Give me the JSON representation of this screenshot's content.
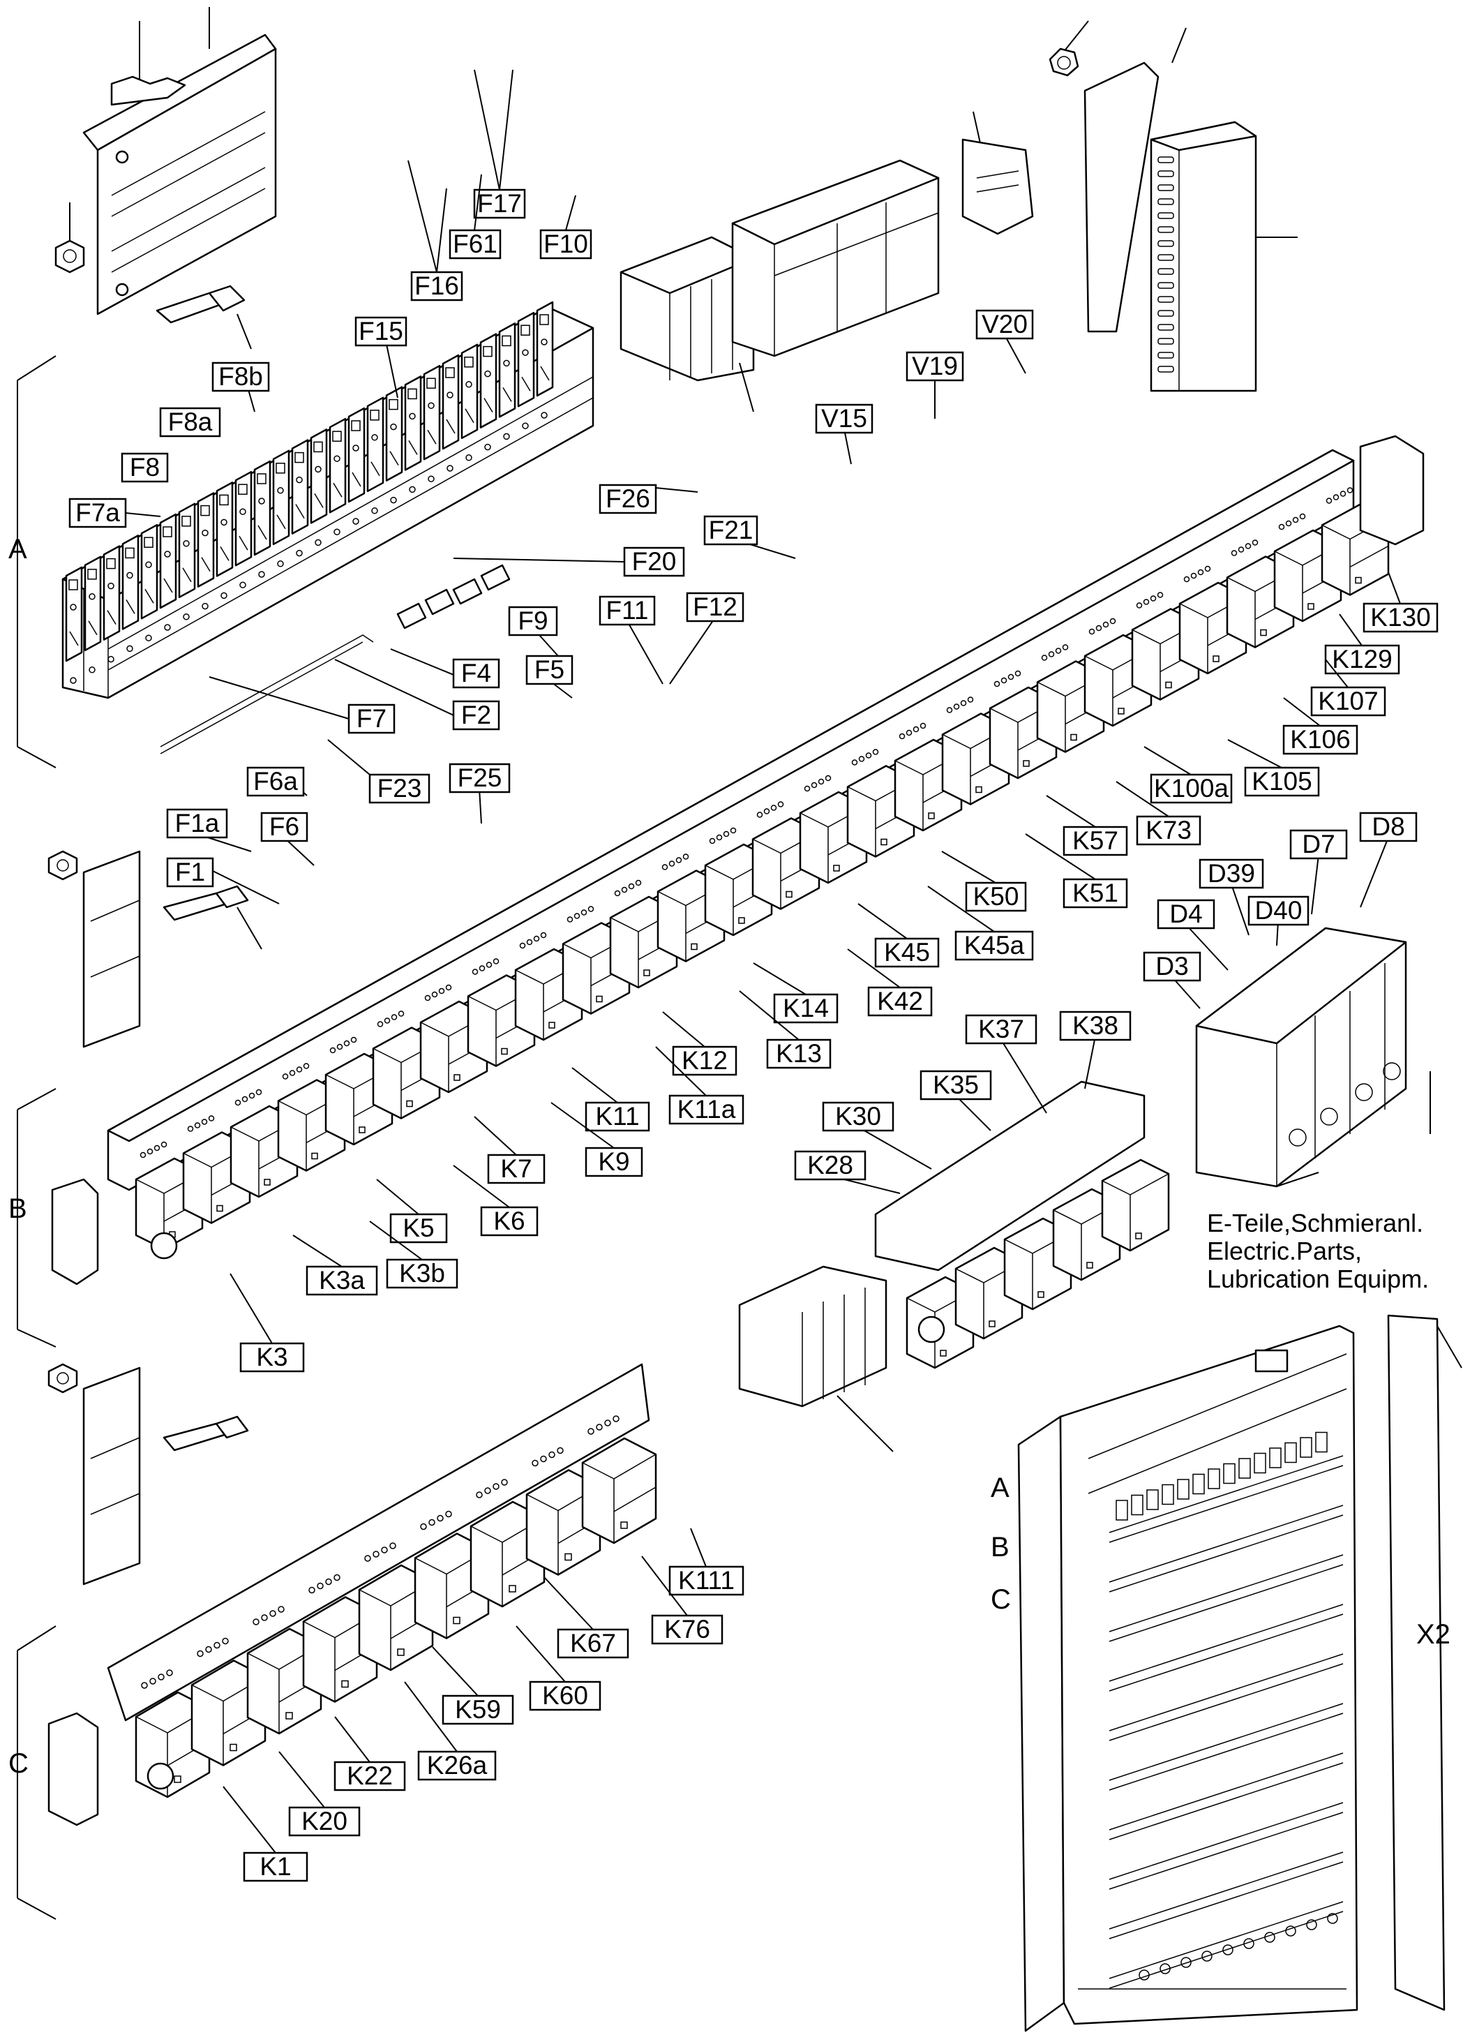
{
  "caption": {
    "line1": "E-Teile,Schmieranl.",
    "line2": "Electric.Parts,",
    "line3": "Lubrication Equipm."
  },
  "sections": {
    "a_left": "A",
    "b_left": "B",
    "c_left": "C",
    "a_cabinet": "A",
    "b_cabinet": "B",
    "c_cabinet": "C",
    "cabinet_label": "X2"
  },
  "labels": {
    "F17": "F17",
    "F61": "F61",
    "F10": "F10",
    "F16": "F16",
    "F15": "F15",
    "F8b": "F8b",
    "F8a": "F8a",
    "F8": "F8",
    "F7a": "F7a",
    "F26": "F26",
    "F21": "F21",
    "F20": "F20",
    "F9": "F9",
    "F11": "F11",
    "F12": "F12",
    "F4": "F4",
    "F5": "F5",
    "F2": "F2",
    "F7": "F7",
    "F6a": "F6a",
    "F23": "F23",
    "F25": "F25",
    "F1a": "F1a",
    "F6": "F6",
    "F1": "F1",
    "V20": "V20",
    "V19": "V19",
    "V15": "V15",
    "K130": "K130",
    "K129": "K129",
    "K107": "K107",
    "K106": "K106",
    "K105": "K105",
    "K100a": "K100a",
    "K73": "K73",
    "K57": "K57",
    "K51": "K51",
    "K50": "K50",
    "K45a": "K45a",
    "K45": "K45",
    "K42": "K42",
    "K14": "K14",
    "K13": "K13",
    "K12": "K12",
    "K11a": "K11a",
    "K11": "K11",
    "K9": "K9",
    "K7": "K7",
    "K6": "K6",
    "K5": "K5",
    "K3a": "K3a",
    "K3b": "K3b",
    "K3": "K3",
    "K37": "K37",
    "K38": "K38",
    "K35": "K35",
    "K30": "K30",
    "K28": "K28",
    "D8": "D8",
    "D7": "D7",
    "D39": "D39",
    "D40": "D40",
    "D4": "D4",
    "D3": "D3",
    "K111": "K111",
    "K76": "K76",
    "K67": "K67",
    "K60": "K60",
    "K59": "K59",
    "K26a": "K26a",
    "K22": "K22",
    "K20": "K20",
    "K1": "K1"
  }
}
